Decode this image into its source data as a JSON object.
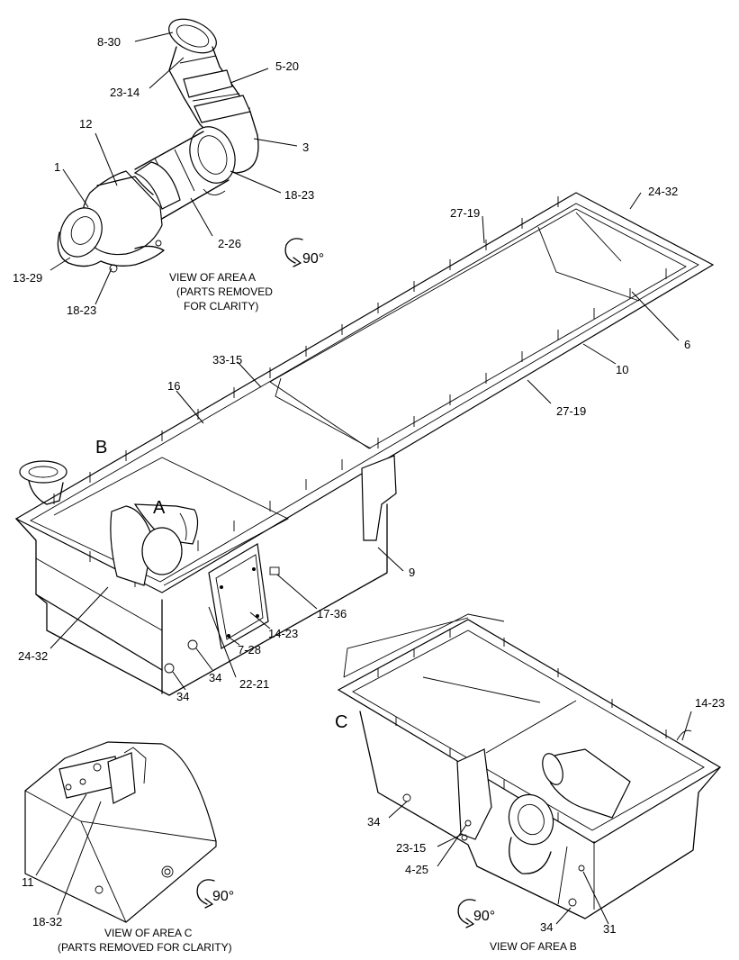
{
  "callouts": [
    {
      "id": "c1",
      "label": "8-30"
    },
    {
      "id": "c2",
      "label": "23-14"
    },
    {
      "id": "c3",
      "label": "5-20"
    },
    {
      "id": "c4",
      "label": "3"
    },
    {
      "id": "c5",
      "label": "12"
    },
    {
      "id": "c6",
      "label": "1"
    },
    {
      "id": "c7",
      "label": "18-23"
    },
    {
      "id": "c8",
      "label": "2-26"
    },
    {
      "id": "c9",
      "label": "13-29"
    },
    {
      "id": "c10",
      "label": "18-23"
    },
    {
      "id": "c11",
      "label": "24-32"
    },
    {
      "id": "c12",
      "label": "27-19"
    },
    {
      "id": "c13",
      "label": "6"
    },
    {
      "id": "c14",
      "label": "10"
    },
    {
      "id": "c15",
      "label": "27-19"
    },
    {
      "id": "c16",
      "label": "33-15"
    },
    {
      "id": "c17",
      "label": "16"
    },
    {
      "id": "c18",
      "label": "9"
    },
    {
      "id": "c19",
      "label": "17-36"
    },
    {
      "id": "c20",
      "label": "14-23"
    },
    {
      "id": "c21",
      "label": "7-28"
    },
    {
      "id": "c22",
      "label": "24-32"
    },
    {
      "id": "c23",
      "label": "34"
    },
    {
      "id": "c24",
      "label": "34"
    },
    {
      "id": "c25",
      "label": "22-21"
    },
    {
      "id": "c26",
      "label": "14-23"
    },
    {
      "id": "c27",
      "label": "34"
    },
    {
      "id": "c28",
      "label": "23-15"
    },
    {
      "id": "c29",
      "label": "4-25"
    },
    {
      "id": "c30",
      "label": "34"
    },
    {
      "id": "c31",
      "label": "31"
    },
    {
      "id": "c32",
      "label": "11"
    },
    {
      "id": "c33",
      "label": "18-32"
    }
  ],
  "area_letters": {
    "a": "A",
    "b": "B",
    "c": "C"
  },
  "rotations": {
    "a": "90°",
    "b": "90°",
    "c": "90°"
  },
  "captions": {
    "view_a": [
      "VIEW OF AREA  A",
      "(PARTS REMOVED",
      "FOR CLARITY)"
    ],
    "view_b": [
      "VIEW OF AREA B"
    ],
    "view_c": [
      "VIEW OF AREA C",
      "(PARTS REMOVED FOR CLARITY)"
    ]
  }
}
